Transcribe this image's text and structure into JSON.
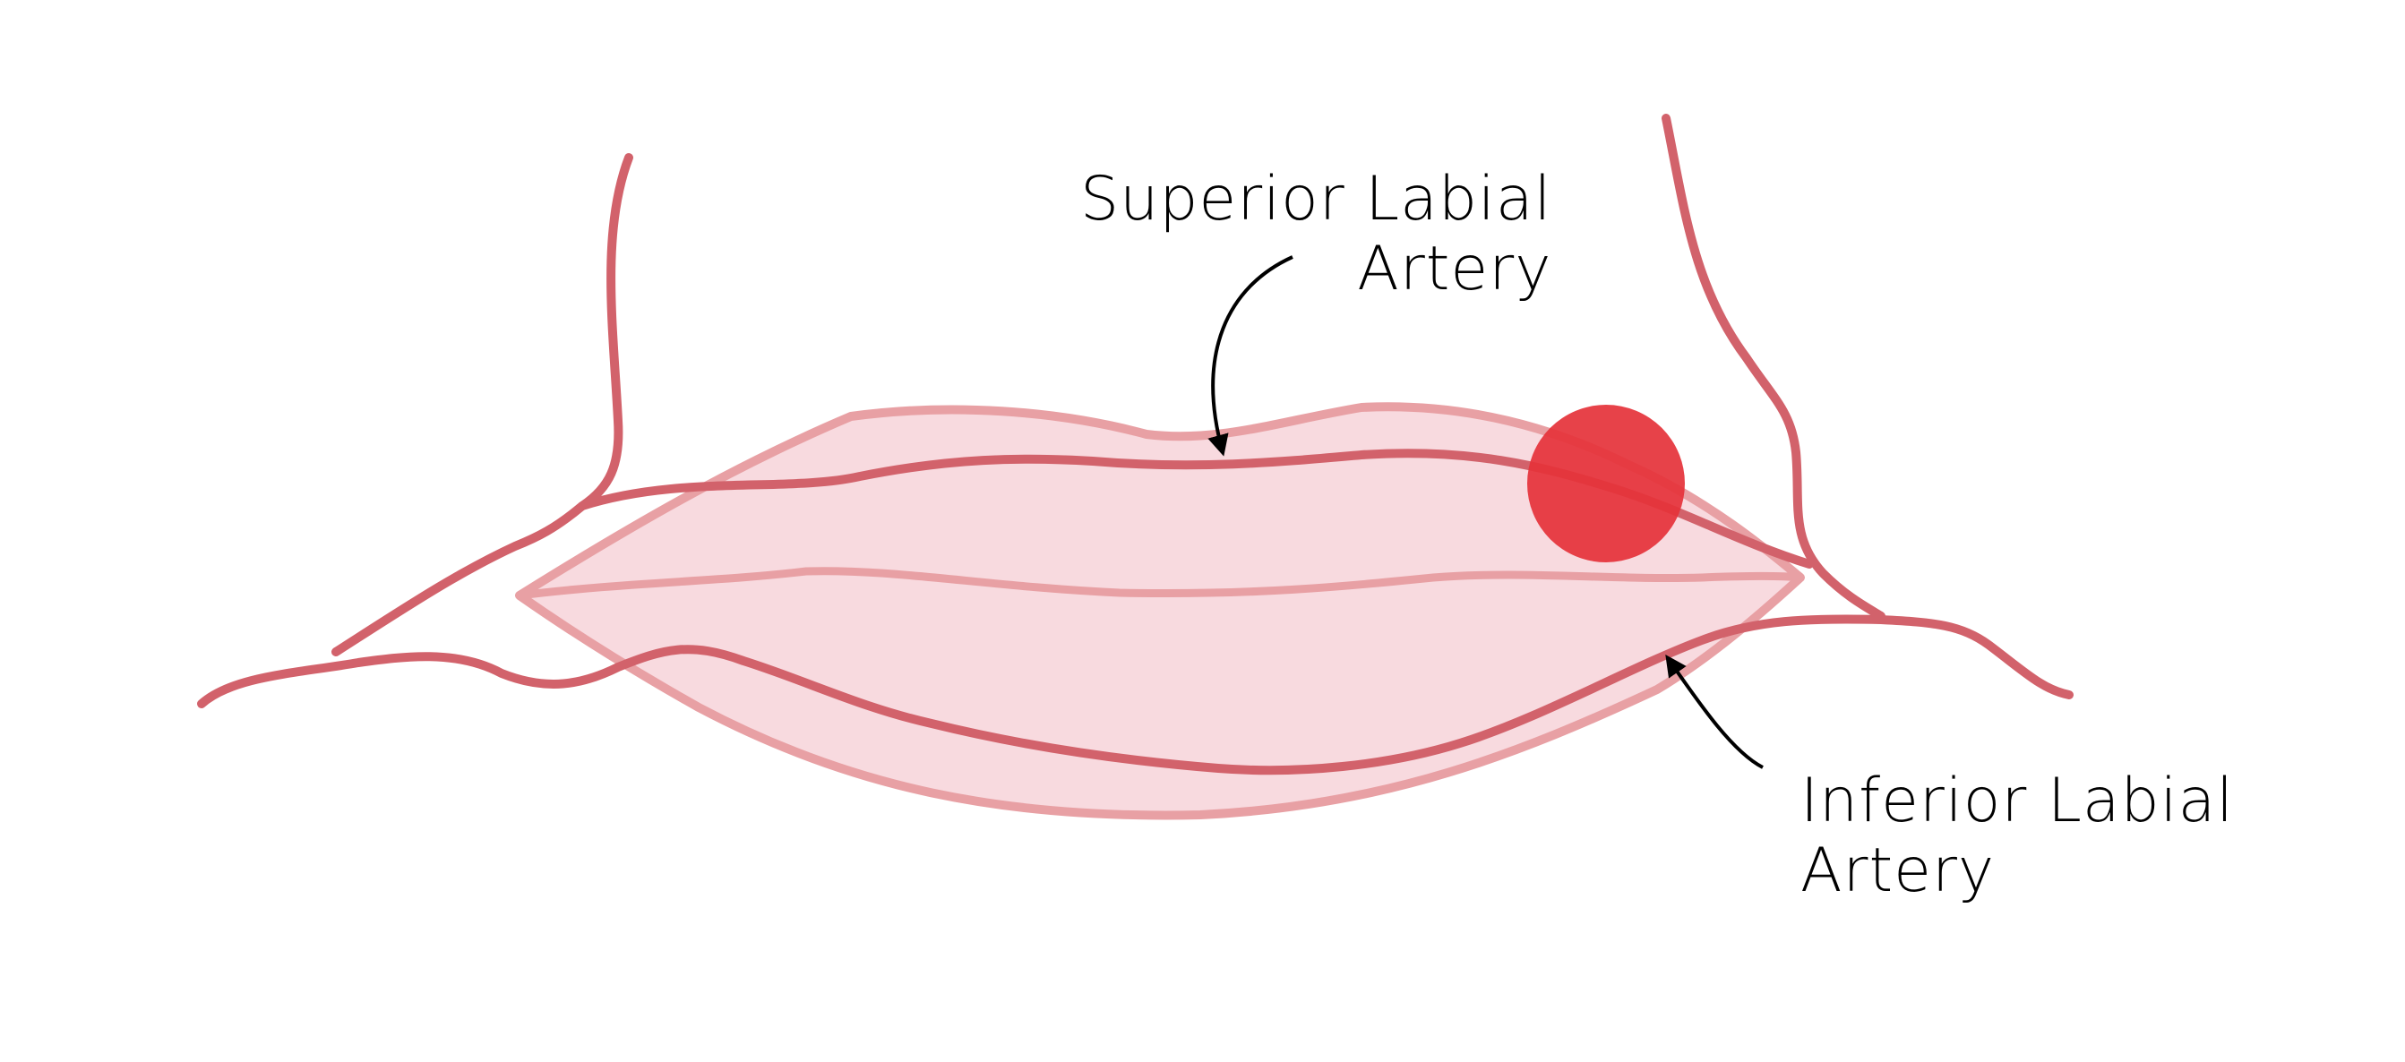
{
  "labels": {
    "superior": {
      "line1": "Superior Labial",
      "line2": "Artery"
    },
    "inferior": {
      "line1": "Inferior Labial",
      "line2": "Artery"
    }
  },
  "colors": {
    "lip_fill": "#f8dadf",
    "lip_outline": "#e8a0a4",
    "artery": "#d2626b",
    "marker": "#e53239",
    "arrow": "#000000",
    "text": "#000000"
  }
}
